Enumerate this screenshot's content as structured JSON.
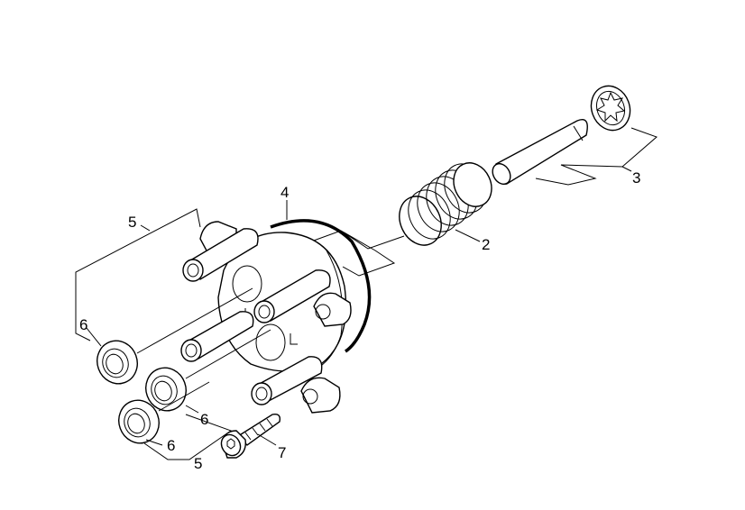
{
  "diagram": {
    "callouts": {
      "c2": "2",
      "c3": "3",
      "c4": "4",
      "c5a": "5",
      "c5b": "5",
      "c6a": "6",
      "c6b": "6",
      "c6c": "6",
      "c7": "7"
    },
    "parts": [
      {
        "id": "valve-body",
        "callouts": [
          "5"
        ]
      },
      {
        "id": "compression-spring",
        "callouts": [
          "2"
        ]
      },
      {
        "id": "pin-with-retaining-washer",
        "callouts": [
          "3"
        ]
      },
      {
        "id": "o-ring",
        "callouts": [
          "4"
        ]
      },
      {
        "id": "sealing-ring",
        "callouts": [
          "6",
          "6",
          "6"
        ]
      },
      {
        "id": "socket-head-screw",
        "callouts": [
          "7"
        ]
      }
    ]
  }
}
